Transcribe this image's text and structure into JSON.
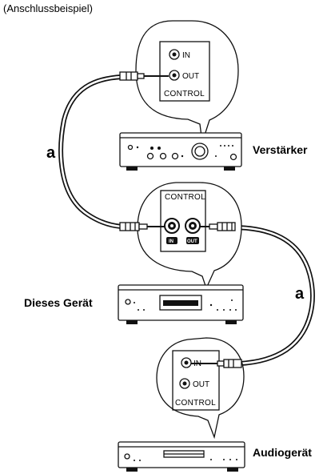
{
  "caption": "(Anschlussbeispiel)",
  "devices": {
    "amplifier": "Verstärker",
    "this_unit": "Dieses Gerät",
    "audio_device": "Audiogerät"
  },
  "cable_label": "a",
  "panels": {
    "amplifier": {
      "in": "IN",
      "out": "OUT",
      "caption": "CONTROL"
    },
    "this_unit": {
      "caption": "CONTROL",
      "in": "IN",
      "out": "OUT"
    },
    "audio_device": {
      "in": "IN",
      "out": "OUT",
      "caption": "CONTROL"
    }
  }
}
